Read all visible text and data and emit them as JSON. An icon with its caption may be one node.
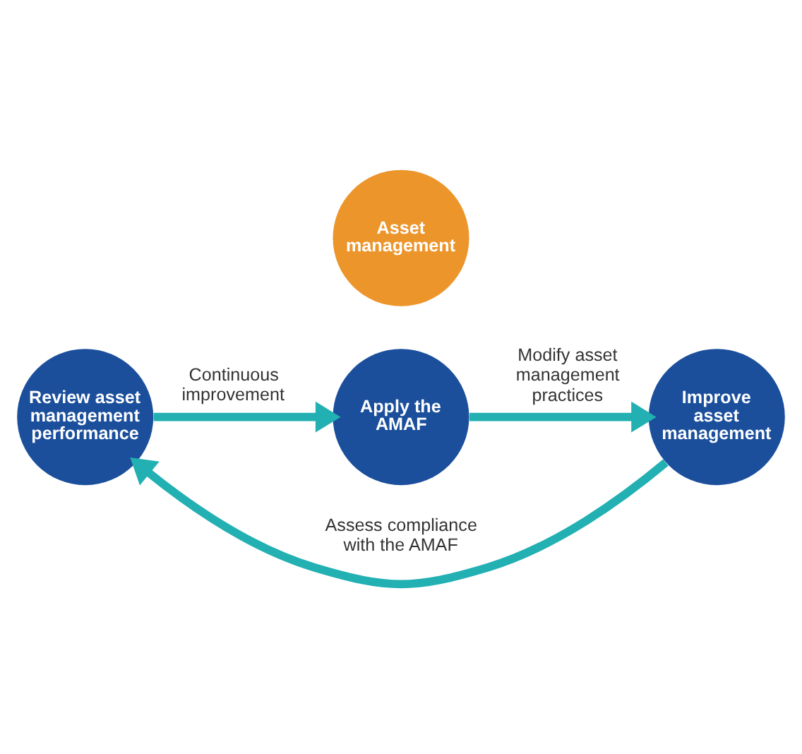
{
  "diagram": {
    "nodes": [
      {
        "text": [
          "Apply the AMAF"
        ]
      },
      {
        "text": [
          "Asset management"
        ]
      },
      {
        "text": [
          "Review asset management performance"
        ]
      },
      {
        "text": [
          "Improve asset management"
        ]
      }
    ],
    "edges": [
      {
        "from": 0,
        "to": 3,
        "arrow": "to",
        "label": "Modify asset management practices"
      },
      {
        "from": 3,
        "to": 2,
        "arrow": "to",
        "label": "Assess compliance with the AMAF"
      },
      {
        "from": 2,
        "to": 0,
        "arrow": "to",
        "label": "Continuous improvement"
      }
    ]
  }
}
